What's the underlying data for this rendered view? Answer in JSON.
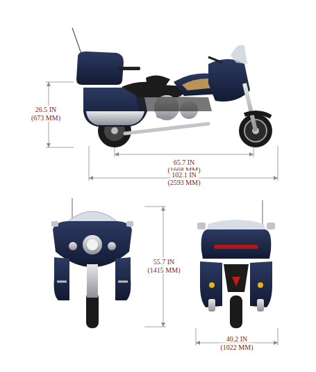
{
  "diagram": {
    "labels": [
      "26.5 IN",
      "(673 MM)",
      "65.7 IN",
      "(1668 MM)",
      "102.1 IN",
      "(2593 MM)",
      "55.7 IN",
      "(1415 MM)",
      "40.2 IN",
      "(1022 MM)"
    ]
  }
}
